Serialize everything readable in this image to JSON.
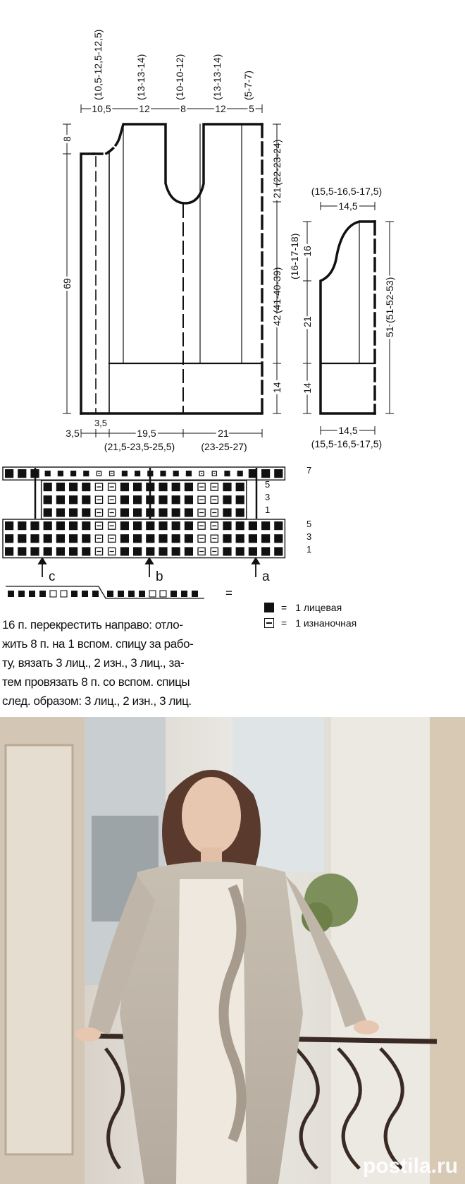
{
  "front": {
    "top_widths": [
      "10,5",
      "12",
      "8",
      "12",
      "5"
    ],
    "top_widths_alt": [
      "(10,5-12,5-12,5)",
      "(13-13-14)",
      "(10-10-12)",
      "(13-13-14)",
      "(5-7-7)"
    ],
    "left_heights": [
      "8",
      "69"
    ],
    "right_heights": [
      "21",
      "(22-23-24)",
      "42",
      "(41-40-39)",
      "14"
    ],
    "bottom_small": [
      "3,5",
      "3,5"
    ],
    "bottom_widths": [
      "19,5",
      "21"
    ],
    "bottom_widths_alt": [
      "(21,5-23,5-25,5)",
      "(23-25-27)"
    ]
  },
  "sleeve": {
    "top_width_alt": "(15,5-16,5-17,5)",
    "top_width": "14,5",
    "left_heights": [
      "(16-17-18)",
      "16",
      "21",
      "14"
    ],
    "right_height": "51",
    "right_height_alt": "(51-52-53)",
    "bottom_width": "14,5",
    "bottom_width_alt": "(15,5-16,5-17,5)"
  },
  "chart": {
    "row_labels_top": [
      "7",
      "5",
      "3",
      "1"
    ],
    "row_labels_bottom": [
      "5",
      "3",
      "1"
    ],
    "markers": [
      "c",
      "b",
      "a"
    ]
  },
  "legend": {
    "equals": "=",
    "knit": "1 лицевая",
    "purl": "1 изнаночная"
  },
  "caption": [
    "16 п. перекрестить направо: отло-",
    "жить 8 п. на 1 вспом. спицу за рабо-",
    "ту, вязать 3 лиц., 2 изн., 3 лиц., за-",
    "тем провязать 8 п. со вспом. спицы",
    "след. образом: 3 лиц., 2 изн., 3 лиц."
  ],
  "watermark": "postila.ru"
}
